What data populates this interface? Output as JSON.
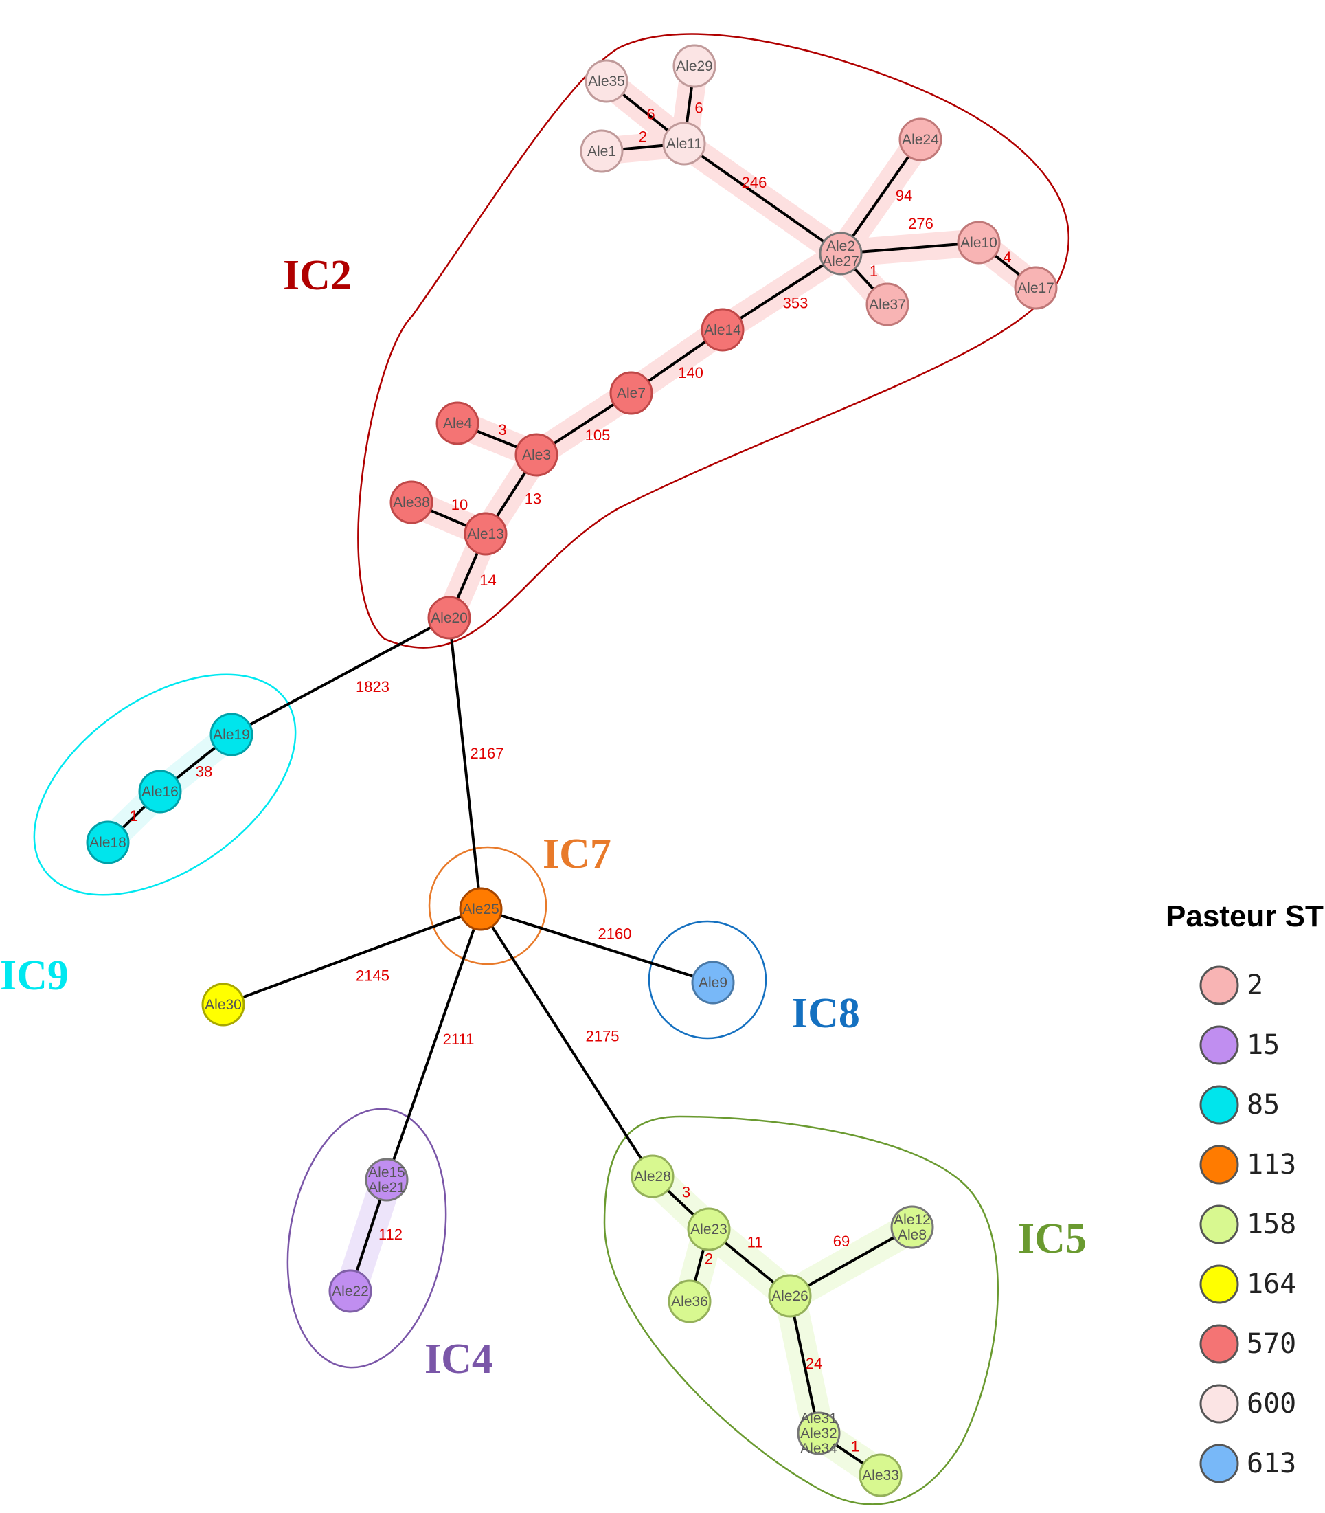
{
  "legend": {
    "title": "Pasteur ST",
    "items": [
      {
        "label": "2",
        "color": "#f8b4b4"
      },
      {
        "label": "15",
        "color": "#c08ef0"
      },
      {
        "label": "85",
        "color": "#00e5ec"
      },
      {
        "label": "113",
        "color": "#ff7b00"
      },
      {
        "label": "158",
        "color": "#d8f890"
      },
      {
        "label": "164",
        "color": "#ffff00"
      },
      {
        "label": "570",
        "color": "#f47474"
      },
      {
        "label": "600",
        "color": "#fbe4e4"
      },
      {
        "label": "613",
        "color": "#78b8f8"
      }
    ]
  },
  "clusters": [
    {
      "label": "IC2",
      "color": "#b00000"
    },
    {
      "label": "IC9",
      "color": "#00e8f0"
    },
    {
      "label": "IC7",
      "color": "#e87a2a"
    },
    {
      "label": "IC8",
      "color": "#1470c0"
    },
    {
      "label": "IC4",
      "color": "#7a56a8"
    },
    {
      "label": "IC5",
      "color": "#6a9a30"
    }
  ],
  "nodes": [
    {
      "lines": [
        "Ale35"
      ],
      "st": "600"
    },
    {
      "lines": [
        "Ale29"
      ],
      "st": "600"
    },
    {
      "lines": [
        "Ale1"
      ],
      "st": "600"
    },
    {
      "lines": [
        "Ale11"
      ],
      "st": "600"
    },
    {
      "lines": [
        "Ale24"
      ],
      "st": "2"
    },
    {
      "lines": [
        "Ale2",
        "Ale27"
      ],
      "st": "2"
    },
    {
      "lines": [
        "Ale10"
      ],
      "st": "2"
    },
    {
      "lines": [
        "Ale17"
      ],
      "st": "2"
    },
    {
      "lines": [
        "Ale37"
      ],
      "st": "2"
    },
    {
      "lines": [
        "Ale14"
      ],
      "st": "570"
    },
    {
      "lines": [
        "Ale7"
      ],
      "st": "570"
    },
    {
      "lines": [
        "Ale4"
      ],
      "st": "570"
    },
    {
      "lines": [
        "Ale3"
      ],
      "st": "570"
    },
    {
      "lines": [
        "Ale38"
      ],
      "st": "570"
    },
    {
      "lines": [
        "Ale13"
      ],
      "st": "570"
    },
    {
      "lines": [
        "Ale20"
      ],
      "st": "570"
    },
    {
      "lines": [
        "Ale19"
      ],
      "st": "85"
    },
    {
      "lines": [
        "Ale16"
      ],
      "st": "85"
    },
    {
      "lines": [
        "Ale18"
      ],
      "st": "85"
    },
    {
      "lines": [
        "Ale25"
      ],
      "st": "113"
    },
    {
      "lines": [
        "Ale30"
      ],
      "st": "164"
    },
    {
      "lines": [
        "Ale9"
      ],
      "st": "613"
    },
    {
      "lines": [
        "Ale15",
        "Ale21"
      ],
      "st": "15"
    },
    {
      "lines": [
        "Ale22"
      ],
      "st": "15"
    },
    {
      "lines": [
        "Ale28"
      ],
      "st": "158"
    },
    {
      "lines": [
        "Ale23"
      ],
      "st": "158"
    },
    {
      "lines": [
        "Ale36"
      ],
      "st": "158"
    },
    {
      "lines": [
        "Ale26"
      ],
      "st": "158"
    },
    {
      "lines": [
        "Ale12",
        "Ale8"
      ],
      "st": "158"
    },
    {
      "lines": [
        "Ale31",
        "Ale32",
        "Ale34"
      ],
      "st": "158"
    },
    {
      "lines": [
        "Ale33"
      ],
      "st": "158"
    }
  ],
  "edges": [
    {
      "from": "Ale35",
      "to": "Ale11",
      "label": "6"
    },
    {
      "from": "Ale29",
      "to": "Ale11",
      "label": "6"
    },
    {
      "from": "Ale1",
      "to": "Ale11",
      "label": "2"
    },
    {
      "from": "Ale11",
      "to": "Ale2",
      "label": "246"
    },
    {
      "from": "Ale24",
      "to": "Ale2",
      "label": "94"
    },
    {
      "from": "Ale2",
      "to": "Ale10",
      "label": "276"
    },
    {
      "from": "Ale10",
      "to": "Ale17",
      "label": "4"
    },
    {
      "from": "Ale2",
      "to": "Ale37",
      "label": "1"
    },
    {
      "from": "Ale2",
      "to": "Ale14",
      "label": "353"
    },
    {
      "from": "Ale14",
      "to": "Ale7",
      "label": "140"
    },
    {
      "from": "Ale7",
      "to": "Ale3",
      "label": "105"
    },
    {
      "from": "Ale4",
      "to": "Ale3",
      "label": "3"
    },
    {
      "from": "Ale3",
      "to": "Ale13",
      "label": "13"
    },
    {
      "from": "Ale38",
      "to": "Ale13",
      "label": "10"
    },
    {
      "from": "Ale13",
      "to": "Ale20",
      "label": "14"
    },
    {
      "from": "Ale20",
      "to": "Ale19",
      "label": "1823"
    },
    {
      "from": "Ale19",
      "to": "Ale16",
      "label": "38"
    },
    {
      "from": "Ale16",
      "to": "Ale18",
      "label": "1"
    },
    {
      "from": "Ale20",
      "to": "Ale25",
      "label": "2167"
    },
    {
      "from": "Ale25",
      "to": "Ale30",
      "label": "2145"
    },
    {
      "from": "Ale25",
      "to": "Ale9",
      "label": "2160"
    },
    {
      "from": "Ale25",
      "to": "Ale15",
      "label": "2111"
    },
    {
      "from": "Ale15",
      "to": "Ale22",
      "label": "112"
    },
    {
      "from": "Ale25",
      "to": "Ale28",
      "label": "2175"
    },
    {
      "from": "Ale28",
      "to": "Ale23",
      "label": "3"
    },
    {
      "from": "Ale23",
      "to": "Ale36",
      "label": "2"
    },
    {
      "from": "Ale23",
      "to": "Ale26",
      "label": "11"
    },
    {
      "from": "Ale26",
      "to": "Ale12",
      "label": "69"
    },
    {
      "from": "Ale26",
      "to": "Ale31",
      "label": "24"
    },
    {
      "from": "Ale31",
      "to": "Ale33",
      "label": "1"
    }
  ]
}
